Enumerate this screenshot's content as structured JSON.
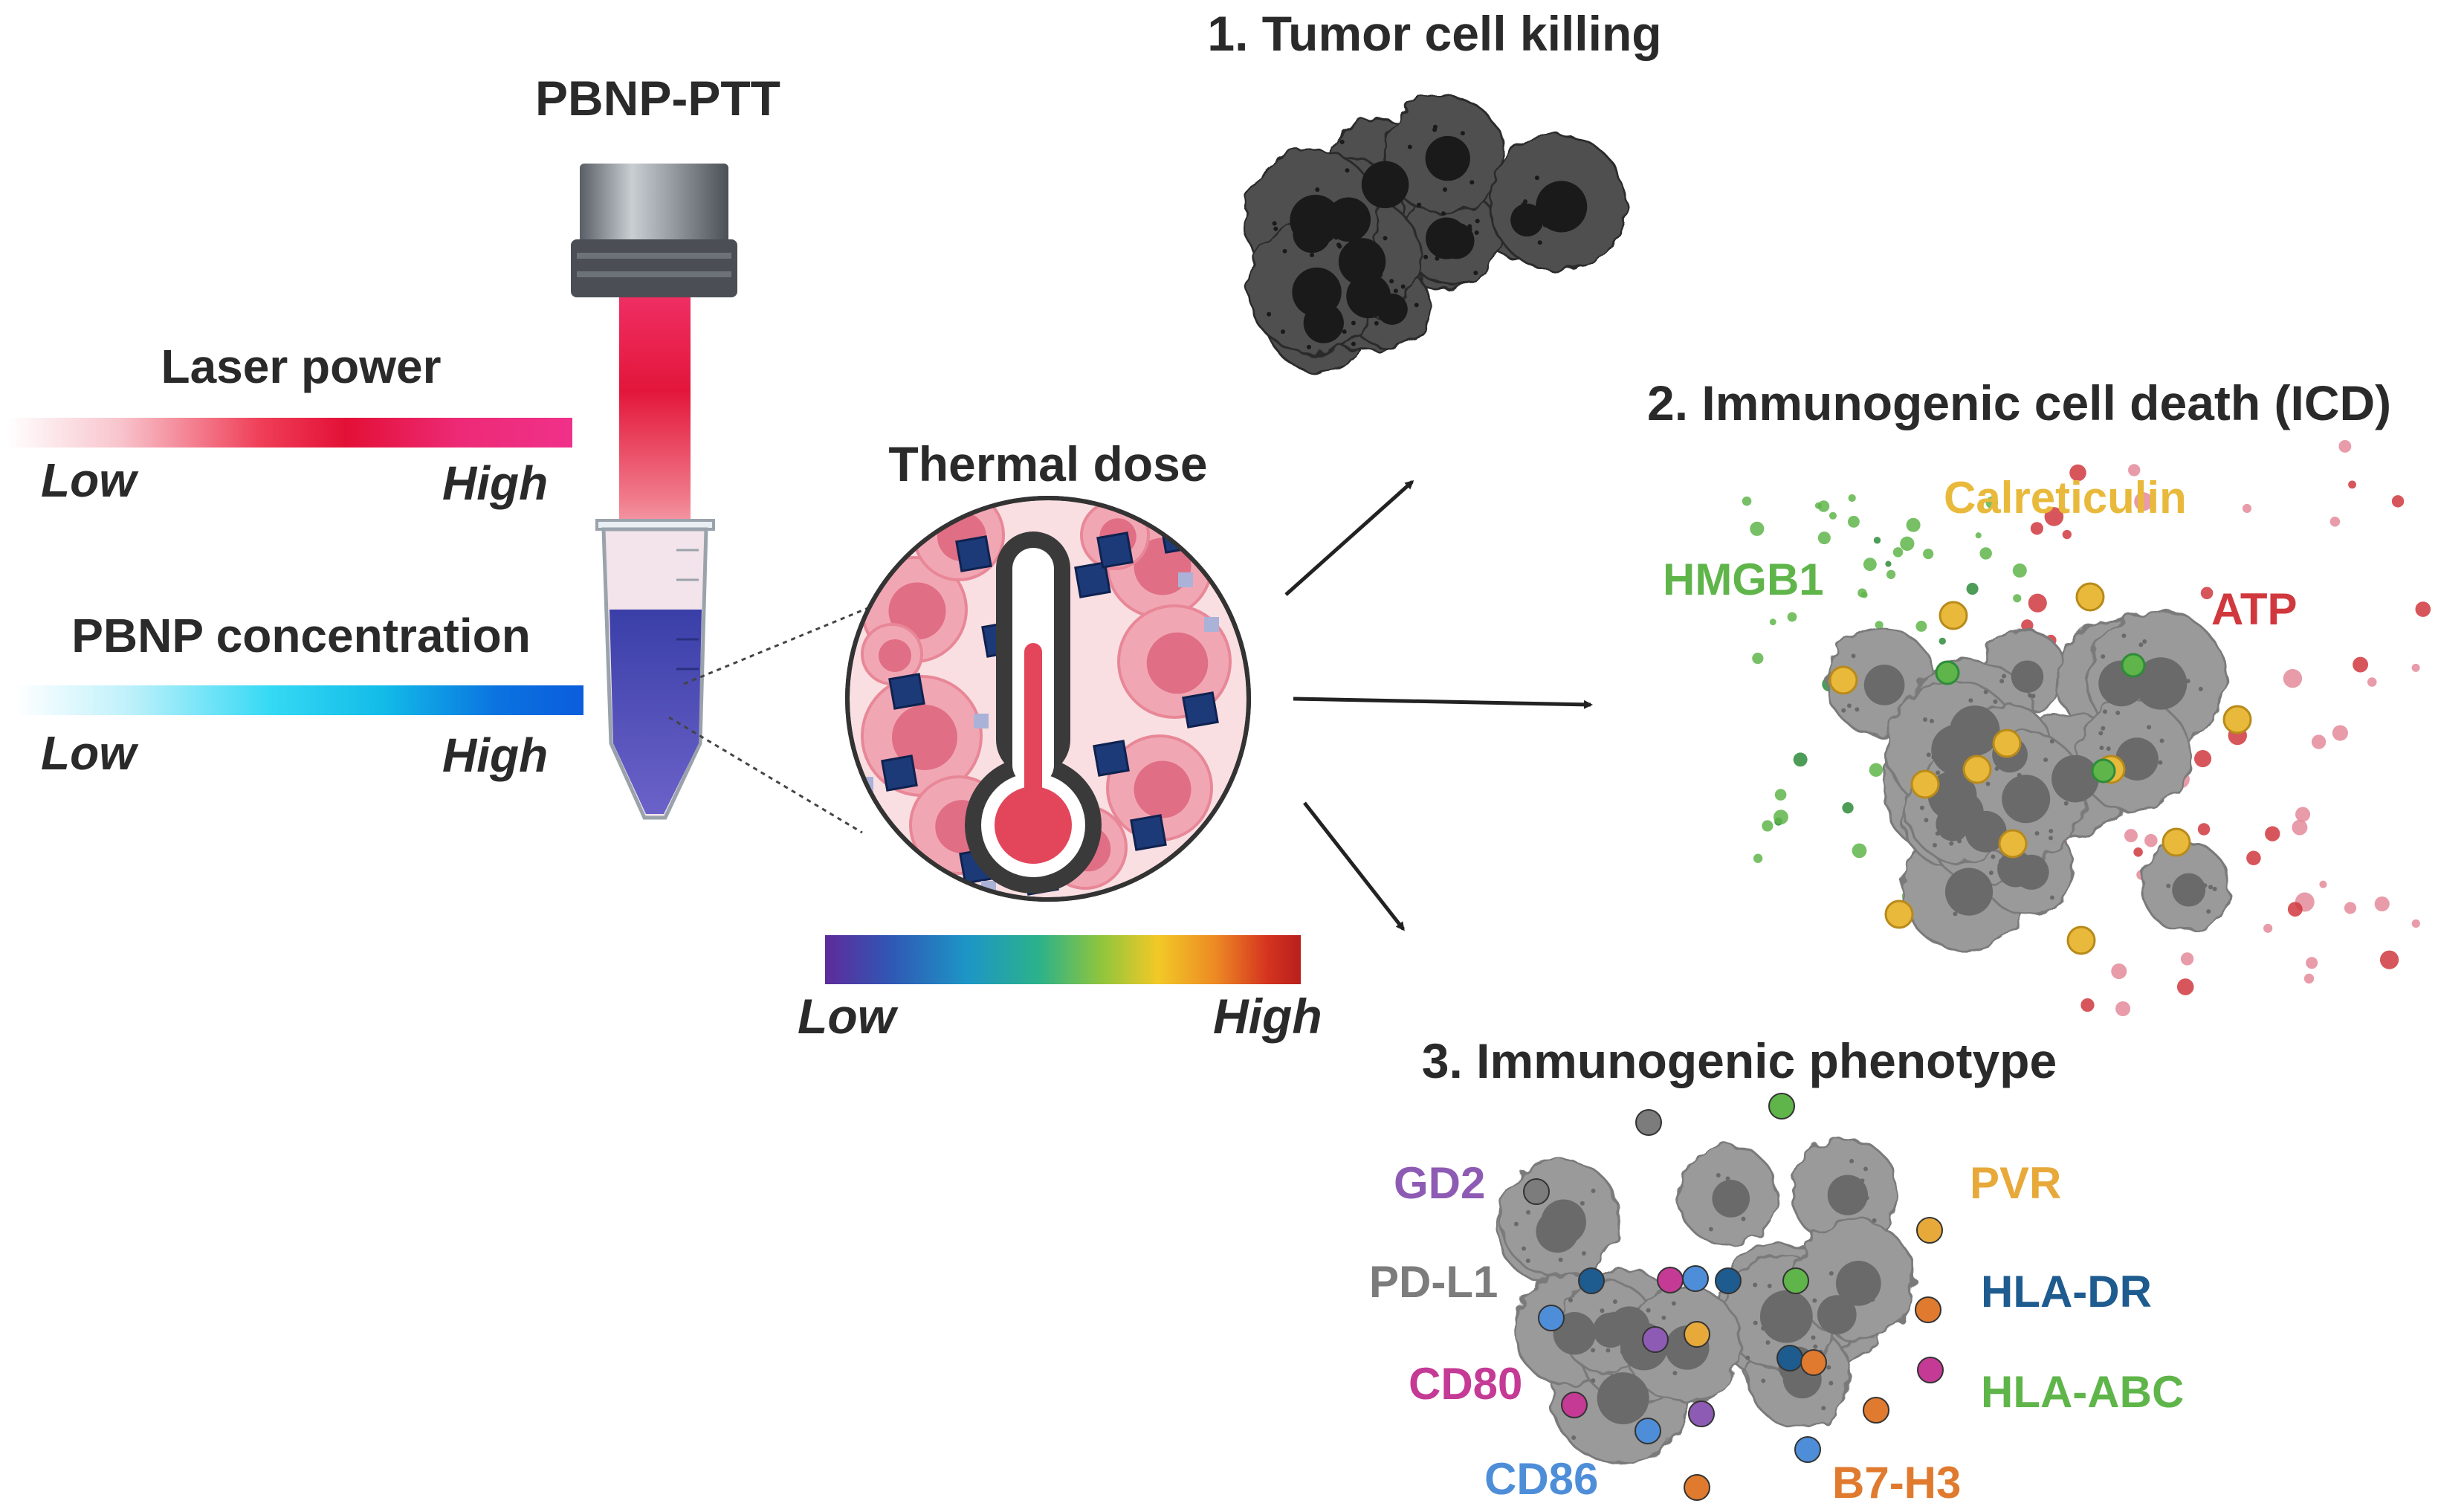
{
  "colors": {
    "laser_gradient": [
      "#ffffff",
      "#f8c4cc",
      "#ef3e57",
      "#e31036",
      "#ed2a76",
      "#f0318a"
    ],
    "concentration_gradient": [
      "#ffffff",
      "#bff1fb",
      "#35d9f4",
      "#12bbe8",
      "#0b72e0",
      "#0b5ddc"
    ],
    "thermal_gradient": [
      "#5e2b9b",
      "#2f58b5",
      "#1d96c6",
      "#2bb28a",
      "#8fc53d",
      "#f2c927",
      "#ed8a24",
      "#d4331f",
      "#b8201c"
    ],
    "calreticulin": "#e8b93b",
    "hmgb1": "#5fb54a",
    "atp": "#d0383e",
    "gd2": "#8e5bb4",
    "pd_l1": "#7c7c7c",
    "cd80": "#c43a95",
    "cd86": "#4e8ed9",
    "pvr": "#e8a93b",
    "hla_dr": "#1e5b8f",
    "hla_abc": "#5fb54a",
    "b7_h3": "#e07a2e",
    "tumor_dark": "#4f4f4f",
    "tumor_gray": "#9a9a9a",
    "nanoparticle": "#1d3a78"
  },
  "left": {
    "device_title": "PBNP-PTT",
    "laser": {
      "label": "Laser power",
      "low": "Low",
      "high": "High"
    },
    "concentration": {
      "label": "PBNP concentration",
      "low": "Low",
      "high": "High"
    }
  },
  "center": {
    "title": "Thermal dose",
    "icon": "thermometer-icon",
    "low": "Low",
    "high": "High"
  },
  "outcomes": {
    "killing": {
      "title": "1. Tumor cell killing"
    },
    "icd": {
      "title": "2. Immunogenic cell death (ICD)",
      "calreticulin": "Calreticulin",
      "hmgb1": "HMGB1",
      "atp": "ATP"
    },
    "phenotype": {
      "title": "3. Immunogenic phenotype",
      "gd2": "GD2",
      "pd_l1": "PD-L1",
      "cd80": "CD80",
      "cd86": "CD86",
      "pvr": "PVR",
      "hla_dr": "HLA-DR",
      "hla_abc": "HLA-ABC",
      "b7_h3": "B7-H3"
    }
  }
}
